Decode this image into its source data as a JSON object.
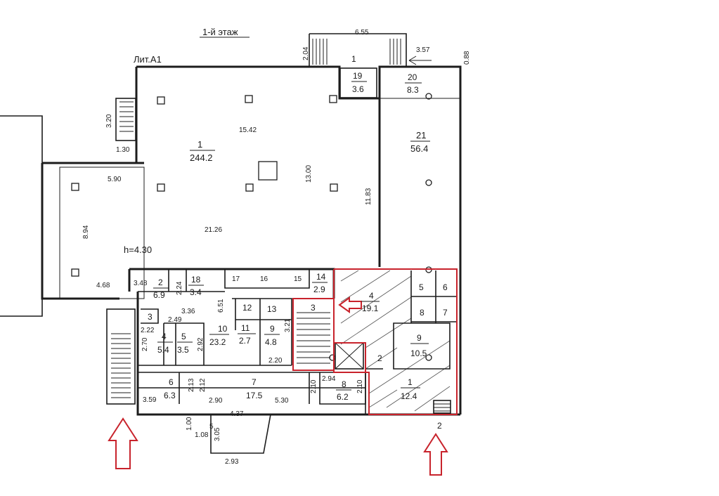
{
  "floor_title": "1-й этаж",
  "building_label": "Лит.А1",
  "ceiling_height": "h=4.30",
  "rooms": [
    {
      "num": "1",
      "area": "244.2"
    },
    {
      "num": "19",
      "area": "3.6"
    },
    {
      "num": "20",
      "area": "8.3"
    },
    {
      "num": "21",
      "area": "56.4"
    },
    {
      "num": "2",
      "area": "6.9"
    },
    {
      "num": "18",
      "area": "3.4"
    },
    {
      "num": "14",
      "area": "2.9"
    },
    {
      "num": "4",
      "area": "19.1"
    },
    {
      "num": "3",
      "area": ""
    },
    {
      "num": "10",
      "area": "23.2"
    },
    {
      "num": "11",
      "area": "2.7"
    },
    {
      "num": "9",
      "area": "4.8"
    },
    {
      "num": "4",
      "area": "5.4"
    },
    {
      "num": "5",
      "area": "3.5"
    },
    {
      "num": "6",
      "area": "6.3"
    },
    {
      "num": "7",
      "area": "17.5"
    },
    {
      "num": "8",
      "area": "6.2"
    },
    {
      "num": "9",
      "area": "10.5"
    },
    {
      "num": "1",
      "area": "12.4"
    }
  ],
  "small_room_numbers": [
    "12",
    "13",
    "17",
    "16",
    "15",
    "3",
    "5",
    "6",
    "8",
    "7",
    "2",
    "5",
    "1"
  ],
  "dimensions": [
    "6.55",
    "2.04",
    "3.57",
    "0.88",
    "3.20",
    "1.30",
    "15.42",
    "5.90",
    "13.00",
    "11.83",
    "8.94",
    "21.26",
    "4.68",
    "3.48",
    "2.24",
    "3.36",
    "6.51",
    "2.22",
    "2.49",
    "2.70",
    "2.92",
    "3.21",
    "2.20",
    "2.13",
    "2.12",
    "2.90",
    "5.30",
    "2.10",
    "2.94",
    "2.10",
    "3.59",
    "4.37",
    "1.00",
    "1.08",
    "3.05",
    "2.93"
  ],
  "entrance_labels": [
    "2"
  ],
  "colors": {
    "walls": "#1c1c1c",
    "highlight": "#c8232c",
    "background": "#ffffff"
  }
}
